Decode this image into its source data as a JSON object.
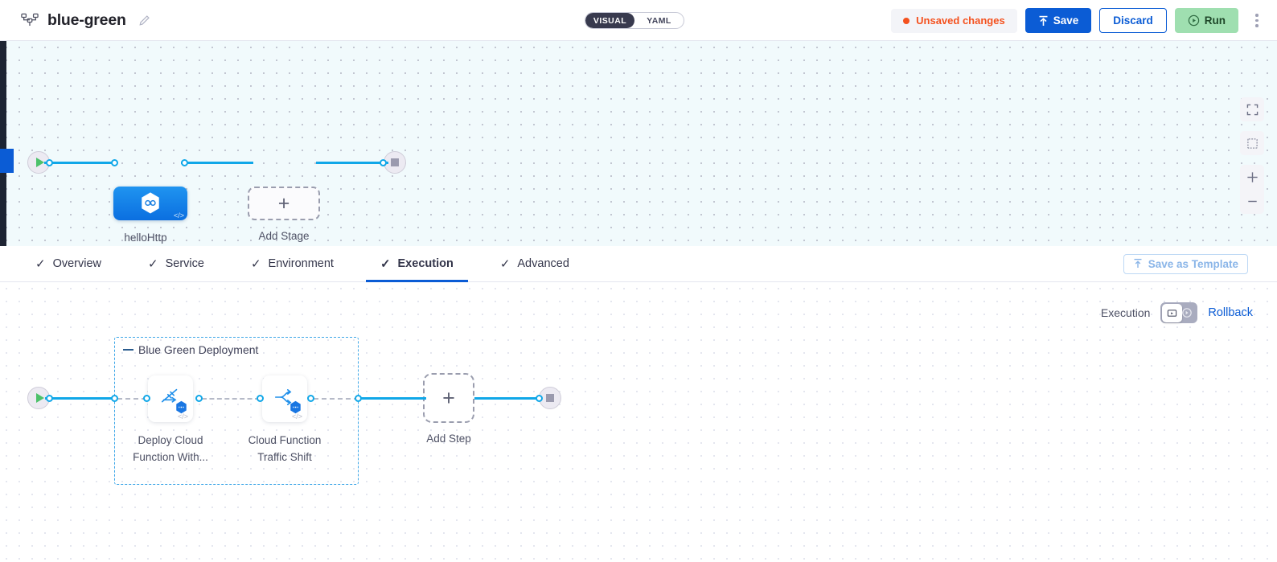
{
  "header": {
    "pipeline_icon": "pipeline-nodes-icon",
    "title": "blue-green",
    "edit_icon": "pencil-icon",
    "mode_toggle": {
      "visual": "VISUAL",
      "yaml": "YAML",
      "selected": "VISUAL"
    },
    "unsaved_label": "Unsaved changes",
    "unsaved_color": "#f4511e",
    "save_label": "Save",
    "discard_label": "Discard",
    "run_label": "Run",
    "more_icon": "kebab-menu-icon"
  },
  "top_canvas": {
    "start_icon": "play-icon",
    "stop_icon": "stop-icon",
    "stage_node": {
      "label": "helloHttp",
      "icon": "hexagon-link-icon",
      "badge": "</>"
    },
    "add_stage": {
      "label": "Add Stage",
      "icon": "plus-icon"
    },
    "controls": [
      {
        "name": "fullscreen-icon"
      },
      {
        "name": "fit-view-icon"
      },
      {
        "name": "zoom-in-icon"
      },
      {
        "name": "zoom-out-icon"
      }
    ]
  },
  "tabs": {
    "items": [
      {
        "label": "Overview",
        "check": "✓",
        "active": false
      },
      {
        "label": "Service",
        "check": "✓",
        "active": false
      },
      {
        "label": "Environment",
        "check": "✓",
        "active": false
      },
      {
        "label": "Execution",
        "check": "✓",
        "active": true
      },
      {
        "label": "Advanced",
        "check": "✓",
        "active": false
      }
    ],
    "save_template_label": "Save as Template",
    "save_template_icon": "template-upload-icon",
    "accent_color": "#0b5cd5"
  },
  "bottom_canvas": {
    "execution_label": "Execution",
    "toggle": {
      "left_icon": "execution-icon",
      "right_icon": "rollback-icon",
      "selected": "execution"
    },
    "rollback_label": "Rollback",
    "start_icon": "play-icon",
    "stop_icon": "stop-icon",
    "group": {
      "title": "Blue Green Deployment",
      "steps": [
        {
          "label": "Deploy Cloud\nFunction With...",
          "icon": "deploy-function-icon",
          "badge": "gcp-badge-icon",
          "code_badge": "</>"
        },
        {
          "label": "Cloud Function\nTraffic Shift",
          "icon": "traffic-shift-icon",
          "badge": "gcp-badge-icon",
          "code_badge": "</>"
        }
      ]
    },
    "add_step": {
      "label": "Add Step",
      "icon": "plus-icon"
    }
  }
}
